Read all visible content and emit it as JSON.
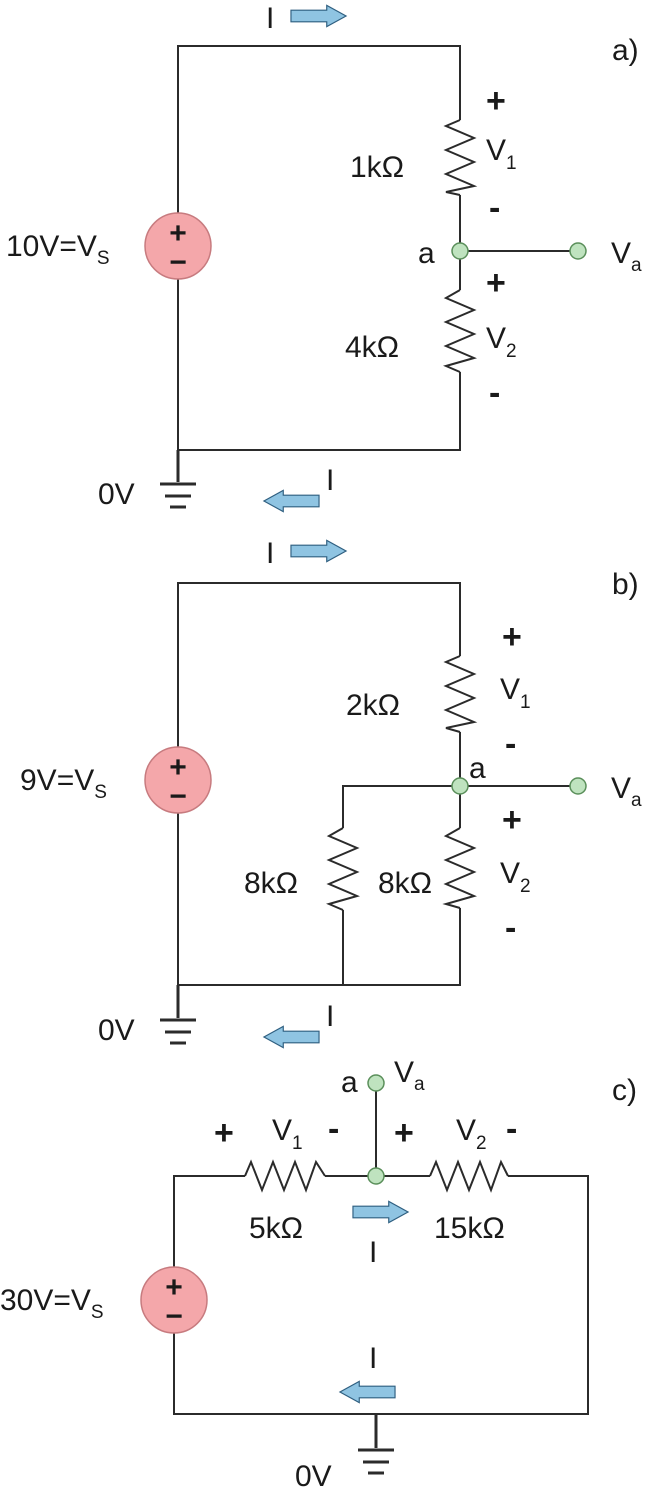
{
  "a": {
    "tag": "a)",
    "source": {
      "main": "10V=V",
      "sub": "S",
      "plus": "+",
      "minus": "−"
    },
    "r1": "1kΩ",
    "r2": "4kΩ",
    "v1": {
      "main": "V",
      "sub": "1"
    },
    "v2": {
      "main": "V",
      "sub": "2"
    },
    "node": "a",
    "va": {
      "main": "V",
      "sub": "a"
    },
    "current": "I",
    "ground": "0V",
    "plus": "+",
    "minus": "-"
  },
  "b": {
    "tag": "b)",
    "source": {
      "main": "9V=V",
      "sub": "S",
      "plus": "+",
      "minus": "−"
    },
    "r1": "2kΩ",
    "r2": "8kΩ",
    "r3": "8kΩ",
    "v1": {
      "main": "V",
      "sub": "1"
    },
    "v2": {
      "main": "V",
      "sub": "2"
    },
    "node": "a",
    "va": {
      "main": "V",
      "sub": "a"
    },
    "current": "I",
    "ground": "0V",
    "plus": "+",
    "minus": "-"
  },
  "c": {
    "tag": "c)",
    "source": {
      "main": "30V=V",
      "sub": "S",
      "plus": "+",
      "minus": "−"
    },
    "r1": "5kΩ",
    "r2": "15kΩ",
    "v1": {
      "main": "V",
      "sub": "1"
    },
    "v2": {
      "main": "V",
      "sub": "2"
    },
    "node": "a",
    "va": {
      "main": "V",
      "sub": "a"
    },
    "current": "I",
    "ground": "0V",
    "plus": "+",
    "minus": "-"
  },
  "colors": {
    "source_fill": "#f4a7aa",
    "node_fill": "#bfe3bf",
    "arrow_fill": "#8fc4e2",
    "wire": "#2b2b2b"
  },
  "icons": {
    "source": "voltage-source-icon",
    "ground": "ground-icon",
    "arrow": "current-arrow-icon",
    "resistor": "resistor-icon"
  }
}
